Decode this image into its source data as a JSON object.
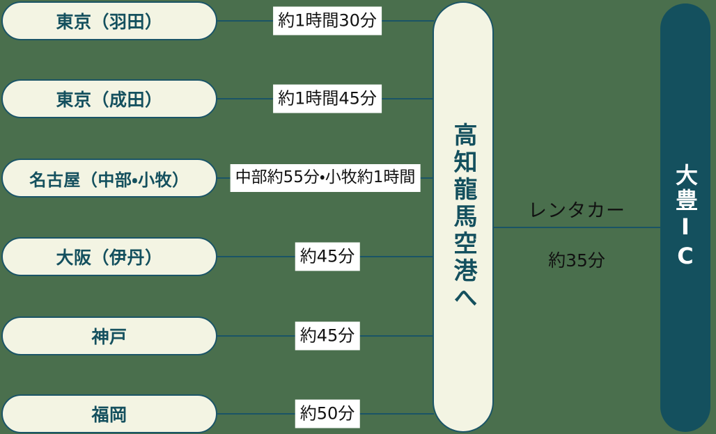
{
  "diagram": {
    "type": "access-route-diagram",
    "background_color": "#4a6f4d",
    "pill_fill_color": "#f3f4e3",
    "pill_border_color": "#1a5466",
    "pill_text_color": "#14505e",
    "destination_fill_color": "#14505e",
    "destination_text_color": "#ffffff",
    "label_background_color": "#ffffff",
    "label_text_color": "#111111"
  },
  "origins": [
    {
      "label": "東京（羽田）",
      "duration": "約1時間30分"
    },
    {
      "label": "東京（成田）",
      "duration": "約1時間45分"
    },
    {
      "label": "名古屋（中部・小牧）",
      "duration": "中部約55分・小牧約1時間"
    },
    {
      "label": "大阪（伊丹）",
      "duration": "約45分"
    },
    {
      "label": "神戸",
      "duration": "約45分"
    },
    {
      "label": "福岡",
      "duration": "約50分"
    }
  ],
  "hub": {
    "label": "高知龍馬空港へ"
  },
  "transfer": {
    "mode_label": "レンタカー",
    "duration": "約35分"
  },
  "destination": {
    "label": "大豊IC"
  }
}
